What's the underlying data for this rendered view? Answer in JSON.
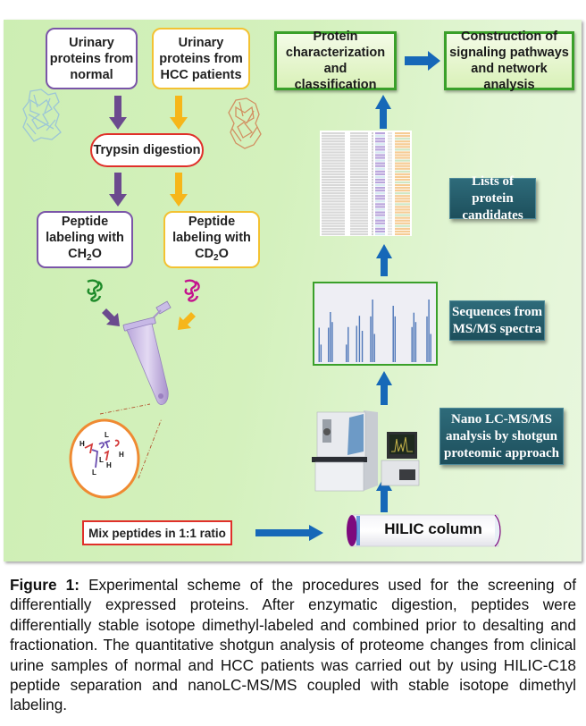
{
  "diagram": {
    "left_branch": {
      "source_box": [
        "Urinary",
        "proteins from",
        "normal"
      ],
      "label_box": [
        "Peptide",
        "labeling with"
      ],
      "reagent": {
        "prefix": "CH",
        "subscript": "2",
        "suffix": "O"
      }
    },
    "right_branch": {
      "source_box": [
        "Urinary",
        "proteins from",
        "HCC patients"
      ],
      "label_box": [
        "Peptide",
        "labeling with"
      ],
      "reagent": {
        "prefix": "CD",
        "subscript": "2",
        "suffix": "O"
      }
    },
    "digestion_step": "Trypsin digestion",
    "mix_step": "Mix peptides in 1:1 ratio",
    "column_label": "HILIC column",
    "isotope_labels": [
      "H",
      "L",
      "L",
      "H",
      "L",
      "H",
      "H",
      "L"
    ],
    "analysis_steps": {
      "nano_lc": [
        "Nano LC-MS/MS",
        "analysis by shotgun",
        "proteomic approach"
      ],
      "sequences": [
        "Sequences from",
        "MS/MS spectra"
      ],
      "lists": [
        "Lists of protein",
        "candidates"
      ]
    },
    "output_steps": {
      "characterization": [
        "Protein",
        "characterization and",
        "classification"
      ],
      "pathways": [
        "Construction of",
        "signaling pathways",
        "and network analysis"
      ]
    },
    "colors": {
      "normal_branch": "#6b4a8e",
      "hcc_branch": "#f6b61a",
      "flow_arrow": "#1668b8",
      "digestion_border": "#e0302a",
      "teal_box": "#245e6c",
      "green_border": "#3aa02a"
    }
  },
  "caption": {
    "label": "Figure 1:",
    "text": " Experimental scheme of the procedures used for the screening of differentially expressed proteins. After enzymatic digestion, peptides were differentially stable isotope dimethyl-labeled and combined prior to desalting and fractionation. The quantitative shotgun analysis of proteome changes from clinical urine samples of normal and HCC patients was carried out by using HILIC-C18 peptide separation and nanoLC-MS/MS coupled with stable isotope dimethyl labeling."
  }
}
